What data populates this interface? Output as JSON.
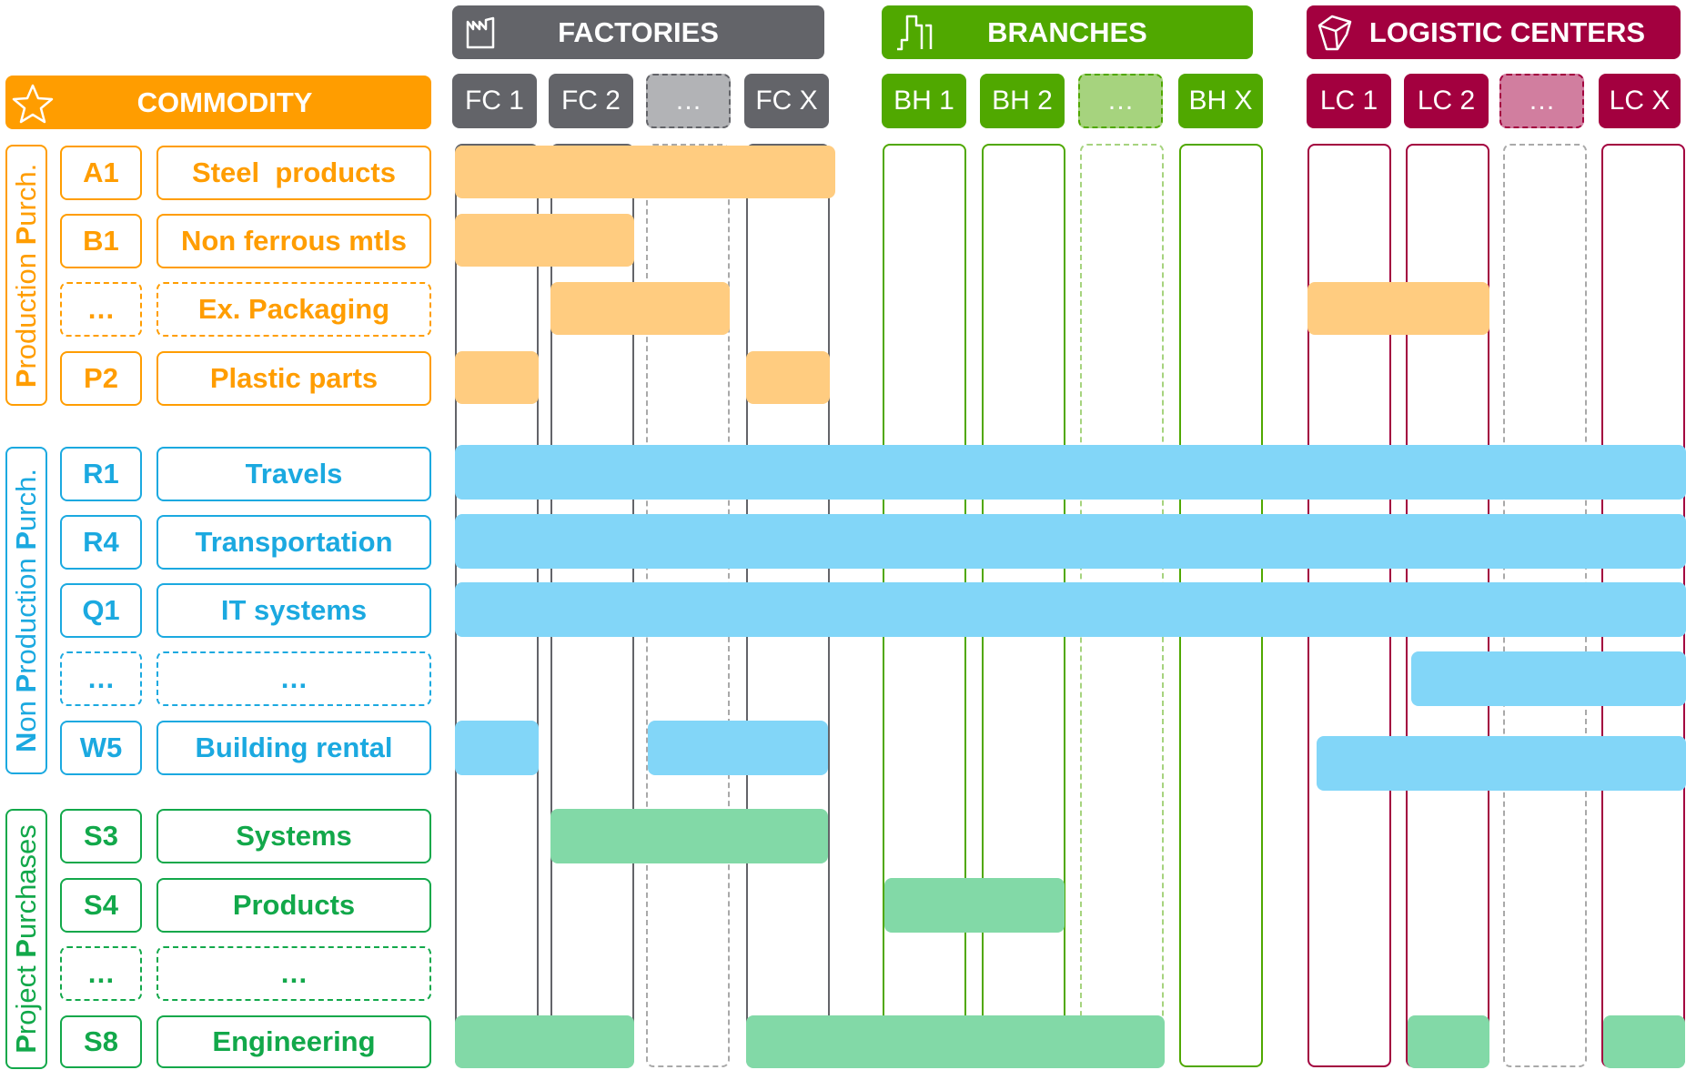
{
  "headers": {
    "factories": "FACTORIES",
    "branches": "BRANCHES",
    "logistic": "LOGISTIC CENTERS",
    "commodity": "COMMODITY"
  },
  "sites": {
    "factories": [
      "FC 1",
      "FC 2",
      "…",
      "FC X"
    ],
    "branches": [
      "BH 1",
      "BH 2",
      "…",
      "BH X"
    ],
    "logistic": [
      "LC 1",
      "LC 2",
      "…",
      "LC X"
    ]
  },
  "groups": {
    "production": {
      "first": "P",
      "rest1": "roduction ",
      "mid": "P",
      "rest2": "urch."
    },
    "non_production": {
      "first": "N",
      "rest1": "on ",
      "mid": "P",
      "rest2": "roduction ",
      "mid2": "P",
      "rest3": "urch."
    },
    "project": {
      "first": "P",
      "rest1": "roject ",
      "mid": "P",
      "rest2": "urchases"
    }
  },
  "rows": [
    {
      "code": "A1",
      "name": "Steel  products"
    },
    {
      "code": "B1",
      "name": "Non ferrous mtls"
    },
    {
      "code": "…",
      "name": "Ex. Packaging"
    },
    {
      "code": "P2",
      "name": "Plastic parts"
    },
    {
      "code": "R1",
      "name": "Travels"
    },
    {
      "code": "R4",
      "name": "Transportation"
    },
    {
      "code": "Q1",
      "name": "IT systems"
    },
    {
      "code": "…",
      "name": "…"
    },
    {
      "code": "W5",
      "name": "Building rental"
    },
    {
      "code": "S3",
      "name": "Systems"
    },
    {
      "code": "S4",
      "name": "Products"
    },
    {
      "code": "…",
      "name": "…"
    },
    {
      "code": "S8",
      "name": "Engineering"
    }
  ],
  "colors": {
    "factories": "#636469",
    "factories_light": "#b2b3b6",
    "branches": "#50a800",
    "branches_light": "#a6d37e",
    "logistic": "#a3003f",
    "logistic_light": "#d17e9f",
    "commodity": "#ff9d00",
    "production": "#ff9d00",
    "production_bar": "#ffcc80",
    "non_production": "#1ba9e0",
    "non_production_bar": "#82d6f8",
    "project": "#12a84a",
    "project_bar": "#82d9a7",
    "dashed_col": "#a9a9a9"
  }
}
